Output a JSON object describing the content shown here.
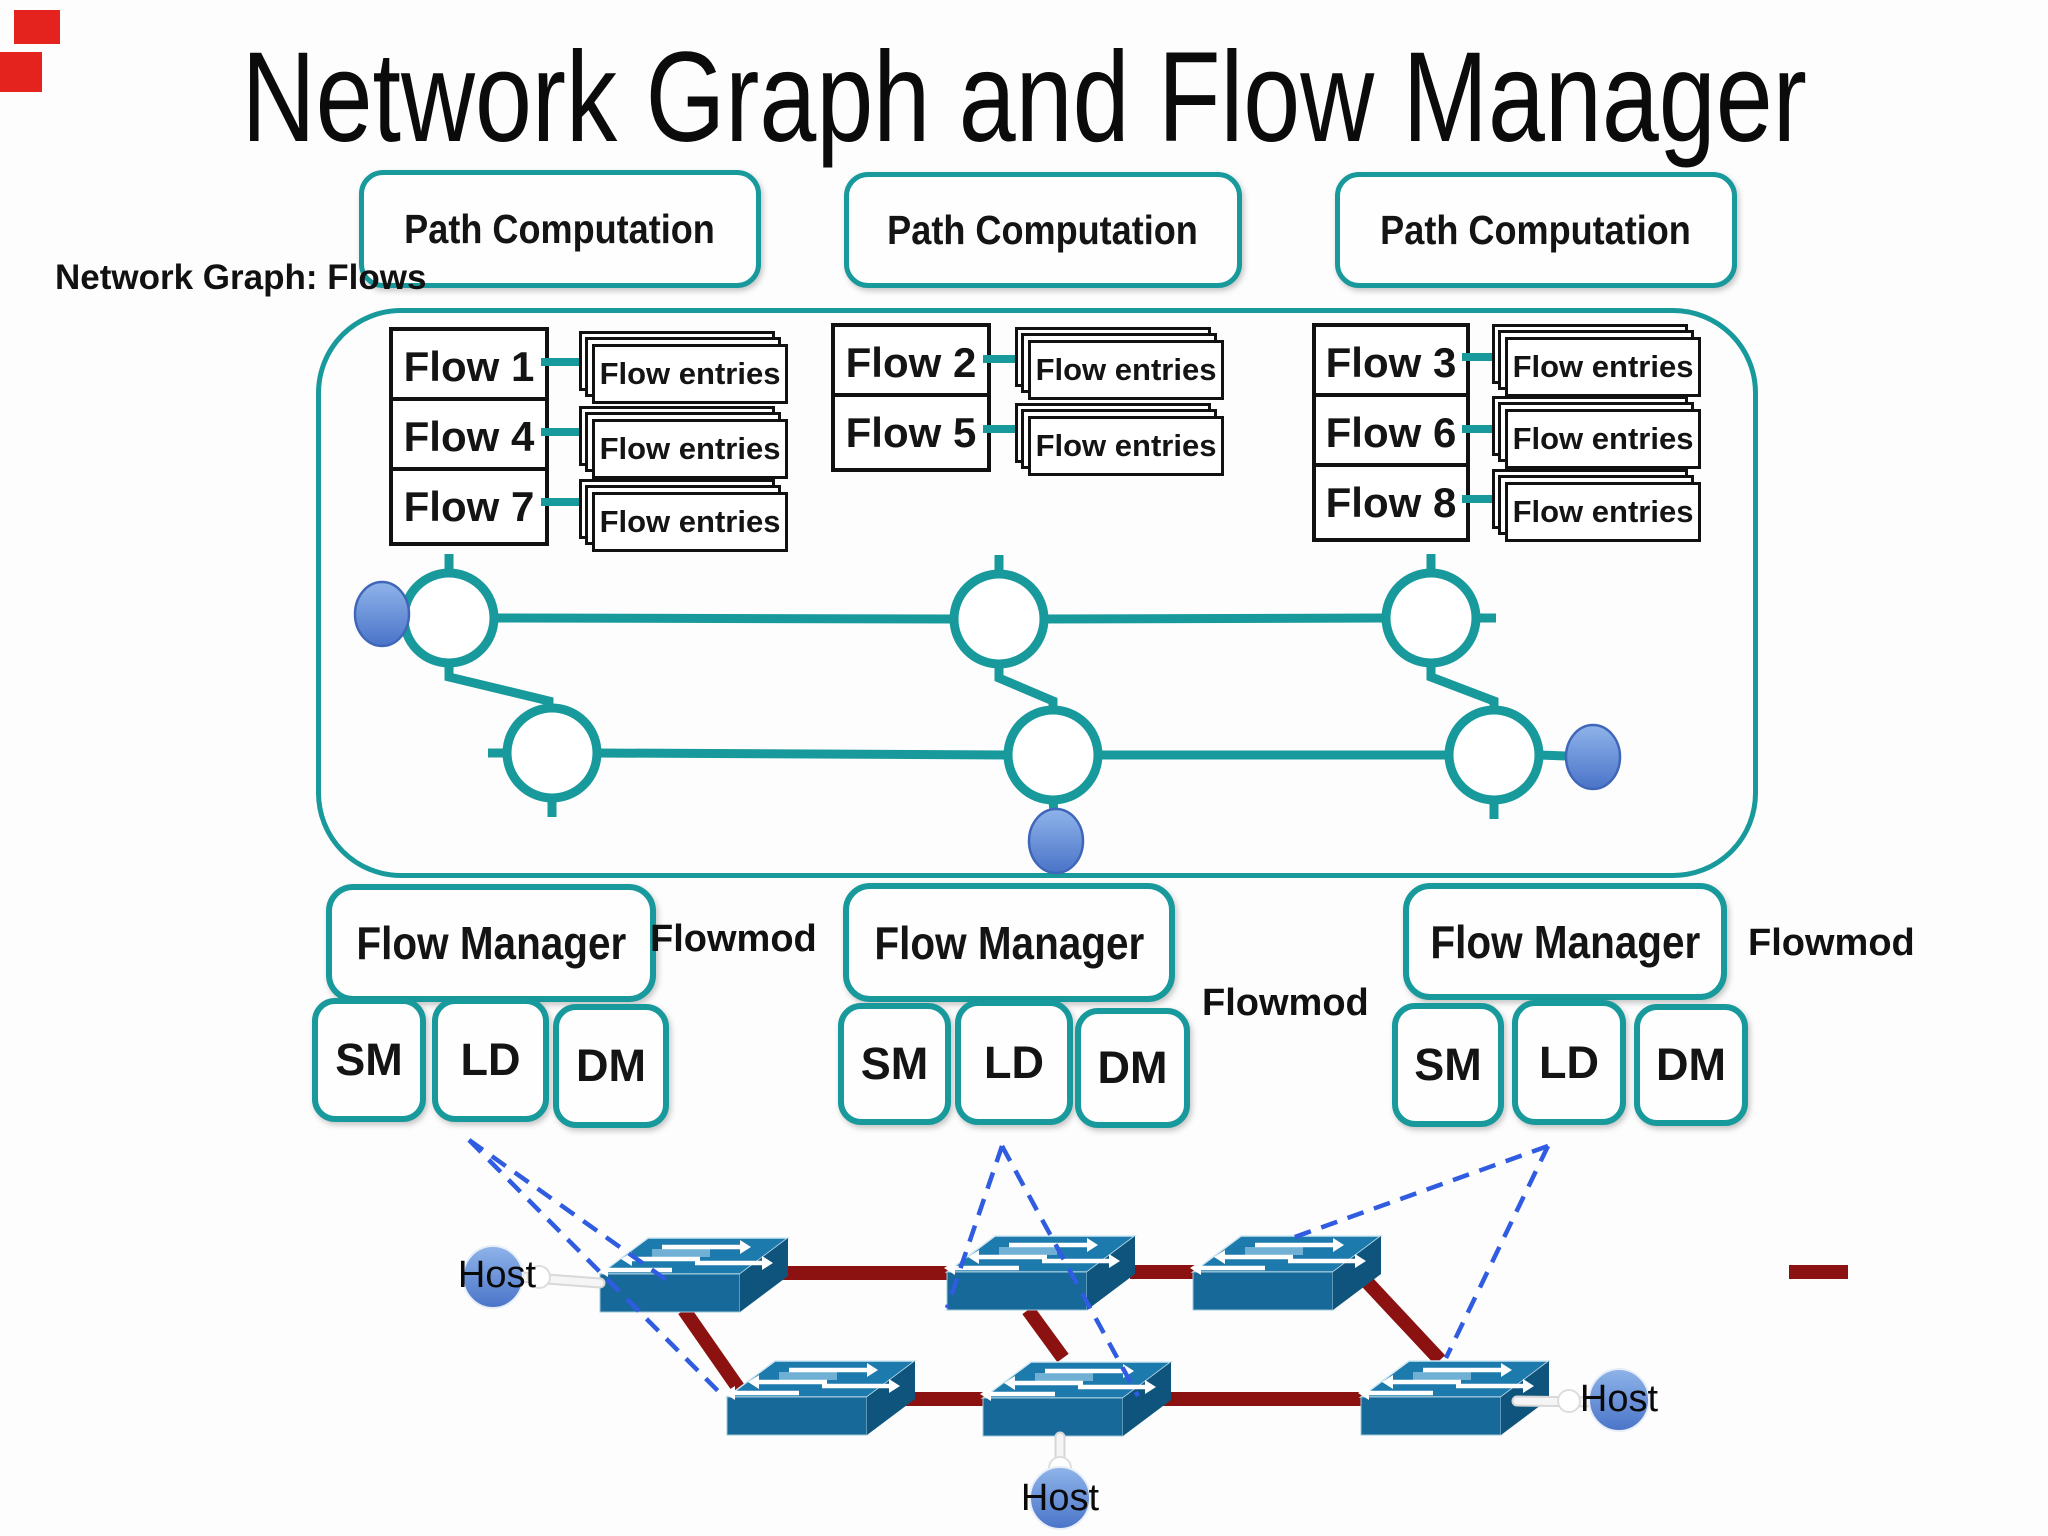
{
  "title": "Network Graph and Flow Manager",
  "labels": {
    "path_computation": "Path Computation",
    "network_graph": "Network Graph: Flows",
    "flow_entries": "Flow entries",
    "flow_manager": "Flow Manager",
    "flowmod": "Flowmod",
    "host": "Host"
  },
  "flows": {
    "column1": [
      "Flow 1",
      "Flow 4",
      "Flow 7"
    ],
    "column2": [
      "Flow 2",
      "Flow 5"
    ],
    "column3": [
      "Flow 3",
      "Flow 6",
      "Flow 8"
    ]
  },
  "modules": [
    "SM",
    "LD",
    "DM"
  ],
  "colors": {
    "teal": "#18999b",
    "link_red": "#8c1111",
    "dashed_blue": "#2f5ce0",
    "switch_top": "#1d7aad",
    "switch_front": "#17699a",
    "switch_side": "#0f547c",
    "host_blue_light": "#8fb4ea",
    "host_blue_dark": "#4a74c8",
    "host_border": "#3f66b8",
    "corner_red": "#e5231e"
  }
}
